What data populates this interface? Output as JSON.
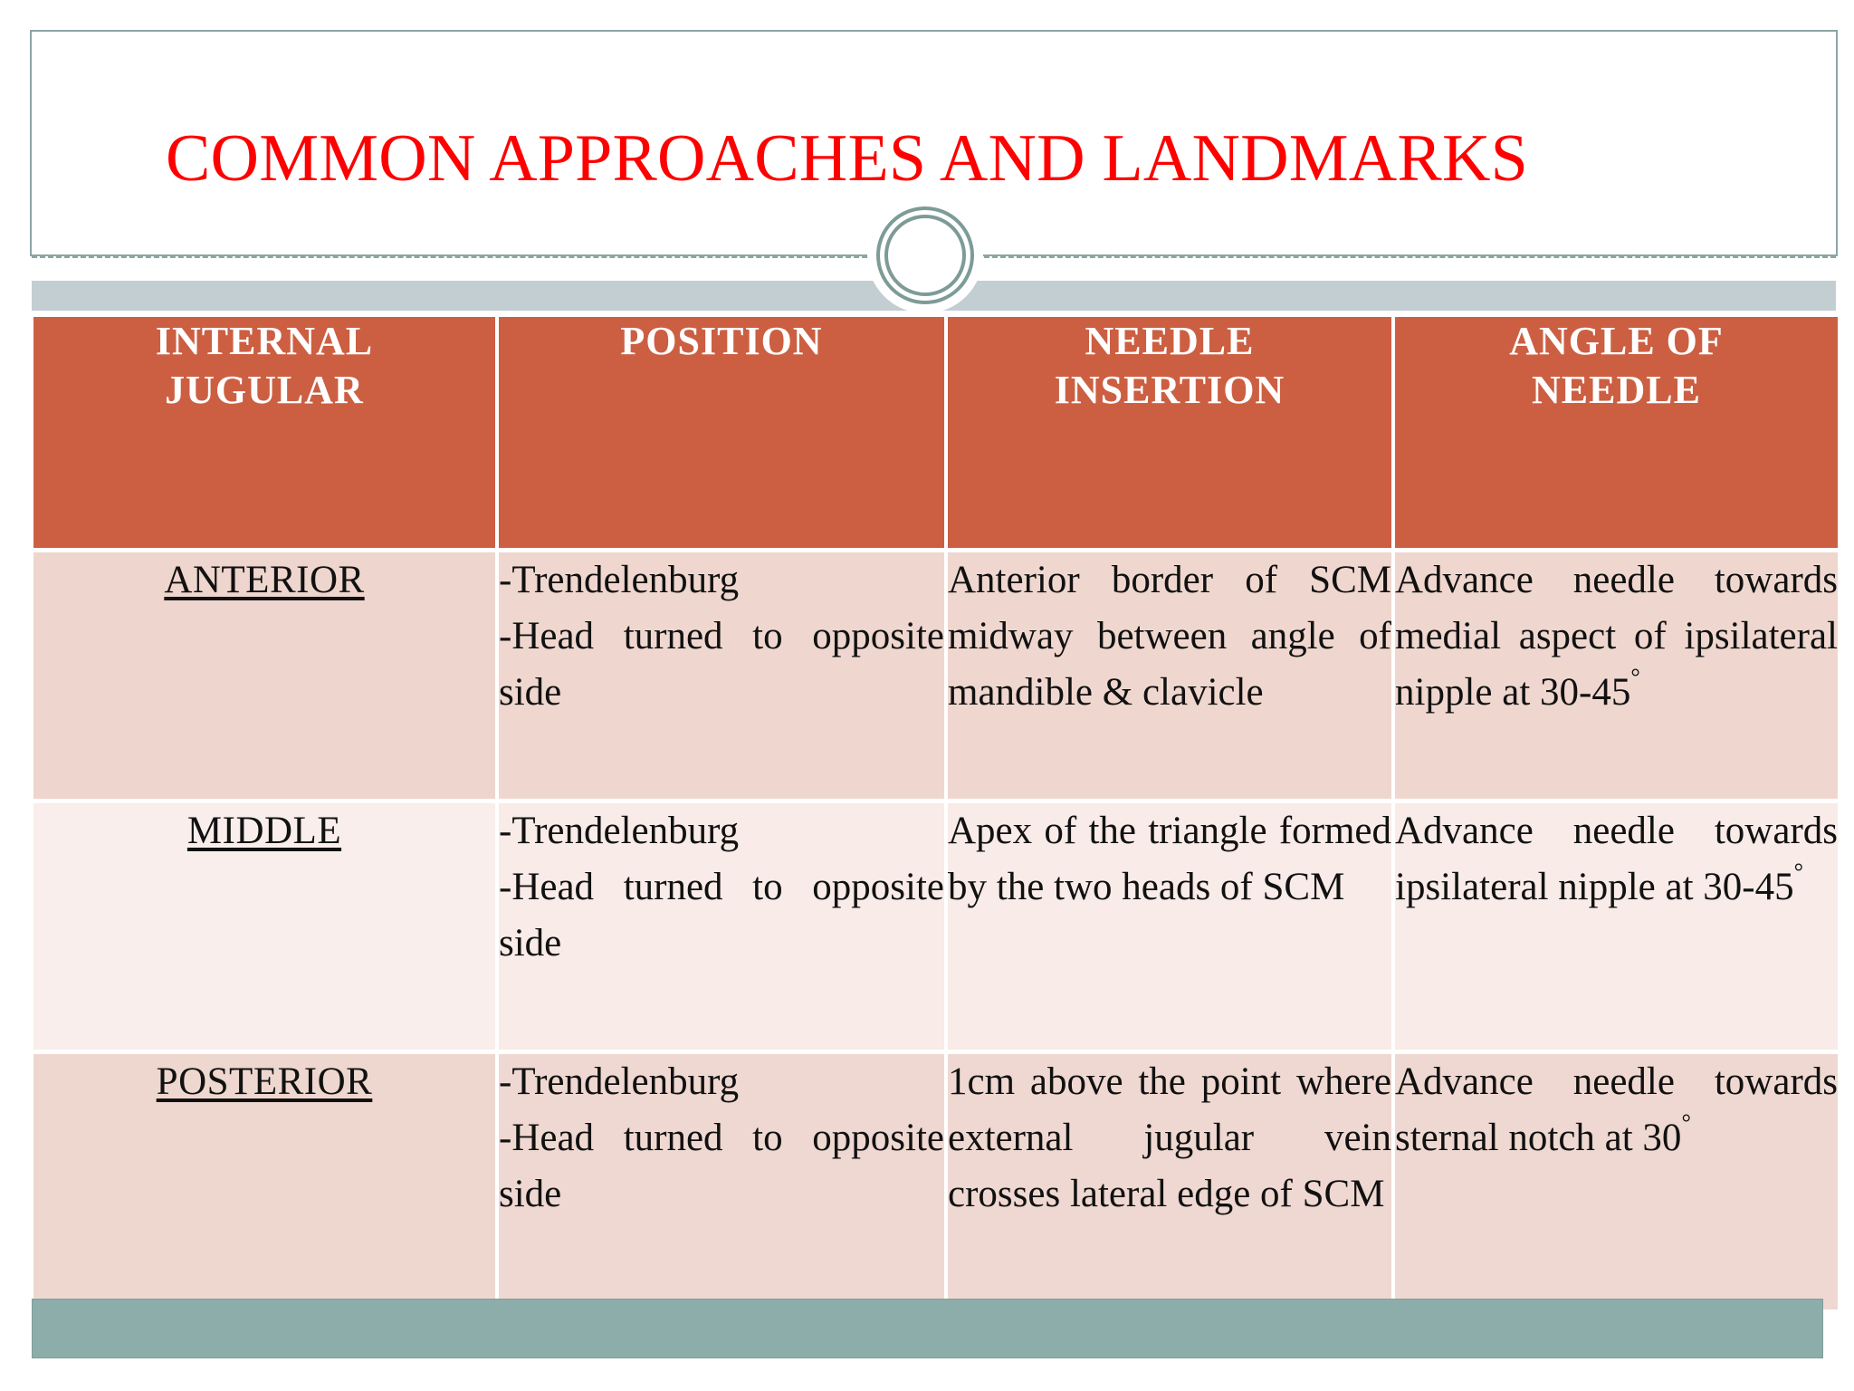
{
  "slide": {
    "title": "COMMON APPROACHES AND LANDMARKS",
    "title_color": "#ff0000",
    "accent_sage": "#8cadaa",
    "accent_terracotta": "#cc5f42",
    "band_gray": "#c3ced3",
    "row_tint_dark": "#efd7cf",
    "row_tint_light": "#f8ebe8"
  },
  "table": {
    "headers": [
      "INTERNAL JUGULAR",
      "POSITION",
      "NEEDLE INSERTION",
      "ANGLE OF NEEDLE"
    ],
    "header_lines": {
      "col1": [
        "INTERNAL",
        "JUGULAR"
      ],
      "col2": [
        "POSITION"
      ],
      "col3": [
        "NEEDLE",
        "INSERTION"
      ],
      "col4": [
        "ANGLE OF",
        "NEEDLE"
      ]
    },
    "rows": [
      {
        "approach": "ANTERIOR",
        "position": "-Trendelenburg\n-Head turned to opposite side",
        "needle_insertion": "Anterior border of SCM midway between angle of mandible & clavicle",
        "angle_text": "Advance needle towards medial aspect of ipsilateral nipple at 30-45",
        "angle_degree": "°"
      },
      {
        "approach": "MIDDLE",
        "position": "-Trendelenburg\n-Head turned to opposite side",
        "needle_insertion": "Apex of the triangle formed by the two heads of SCM",
        "angle_text": "Advance needle towards ipsilateral nipple at 30-45",
        "angle_degree": "°"
      },
      {
        "approach": "POSTERIOR",
        "position": "-Trendelenburg\n-Head turned to opposite side",
        "needle_insertion": "1cm above the point where external jugular vein crosses lateral edge of SCM",
        "angle_text": "Advance needle towards sternal notch at 30",
        "angle_degree": "°"
      }
    ]
  },
  "decorations": {
    "circle": "double-ring-circle",
    "dashed_rule": "dashed-divider",
    "gray_band": "gray-band",
    "bottom_bar": "sage-footer-bar"
  }
}
